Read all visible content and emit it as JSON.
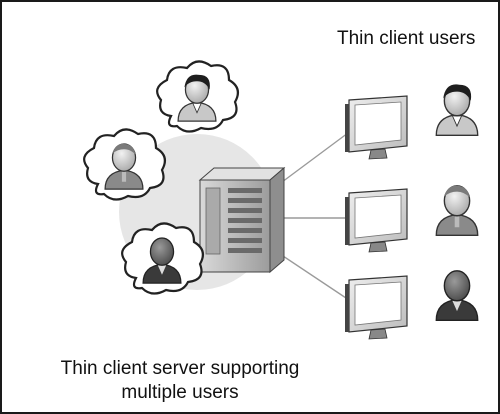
{
  "diagram": {
    "labels": {
      "thin_client_users": "Thin client users",
      "server_caption_line1": "Thin client server supporting",
      "server_caption_line2": "multiple users"
    },
    "colors": {
      "frame": "#1a1a1a",
      "shared_circle": "#e6e6e6",
      "links": "#9a9a9a",
      "user_icon": "#555555",
      "monitor": "#d8d8d8",
      "server": "#bdbdbd"
    },
    "icons": {
      "server": "server-tower-icon",
      "client_terminal": "monitor-icon",
      "user": "user-avatar-icon",
      "virtual_session": "thought-cloud-icon"
    }
  }
}
